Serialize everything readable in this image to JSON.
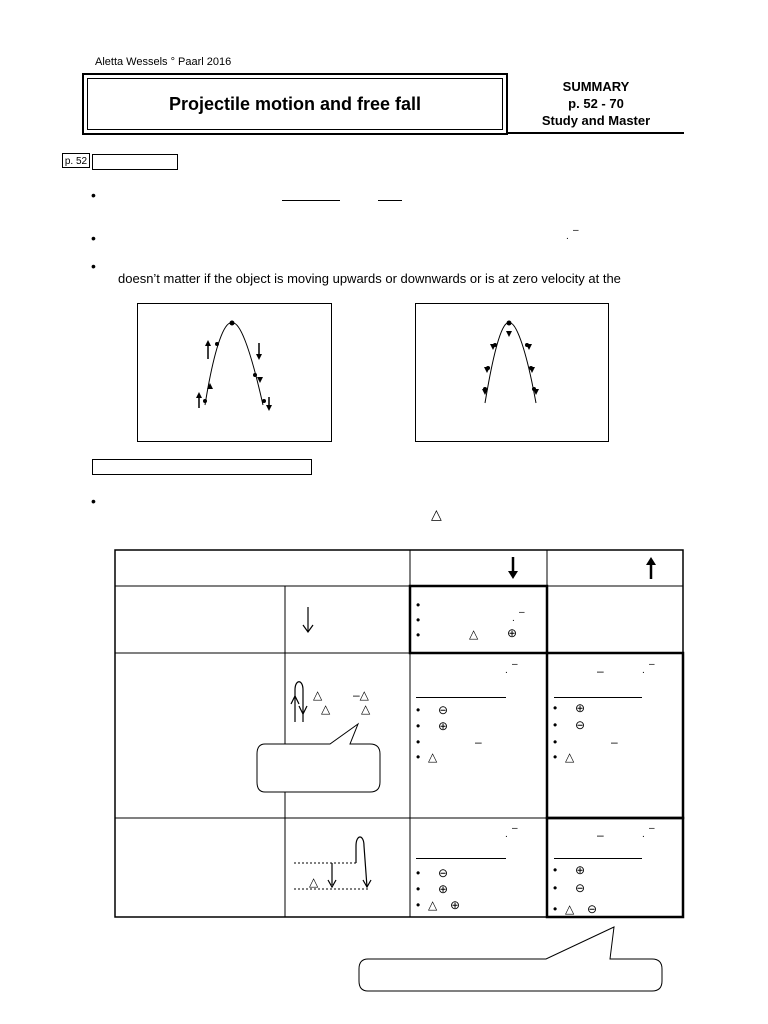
{
  "header": {
    "author": "Aletta Wessels  °  Paarl 2016",
    "title": "Projectile motion and free fall",
    "summary_lines": [
      "SUMMARY",
      "p. 52 - 70",
      "Study and Master"
    ]
  },
  "page_ref": "p. 52",
  "intro_text": "doesn’t matter if the object is moving upwards or downwards or is at zero velocity at the",
  "symbols": {
    "bullet": "•",
    "triangle": "△",
    "plus_circle": "⊕",
    "minus_circle": "⊖",
    "dash": "–",
    "neg_triangle": "–△"
  },
  "icons": [
    "down-arrow-icon",
    "up-arrow-icon"
  ]
}
